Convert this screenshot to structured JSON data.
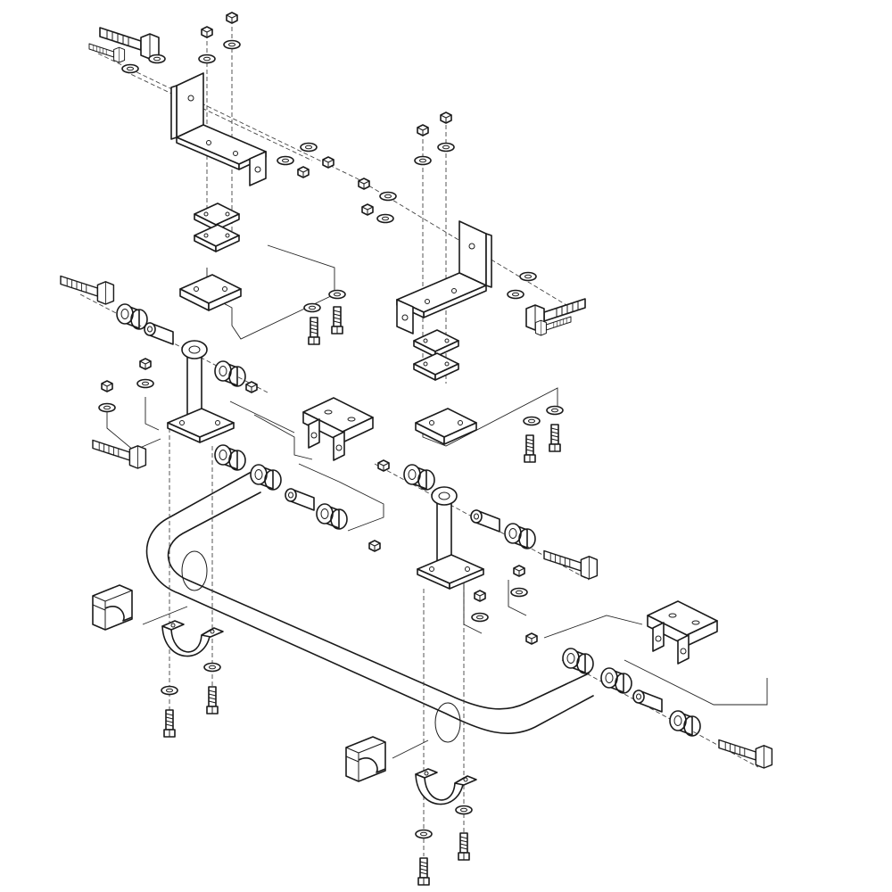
{
  "diagram": {
    "style": "exploded isometric line drawing",
    "line_color": "#1a1a1a",
    "background": "#ffffff",
    "assemblies": [
      {
        "name": "upper-left-frame-bracket",
        "parts": [
          "angle-bracket",
          "shim-plate",
          "shim-plate",
          "base-plate",
          "bolt",
          "bolt",
          "washer",
          "washer",
          "nut",
          "nut"
        ]
      },
      {
        "name": "upper-right-frame-bracket",
        "parts": [
          "angle-bracket",
          "shim-plate",
          "shim-plate",
          "base-plate",
          "bolt",
          "bolt",
          "washer",
          "washer",
          "nut",
          "nut"
        ]
      },
      {
        "name": "left-end-link",
        "parts": [
          "drop-link",
          "bushing",
          "bushing",
          "sleeve",
          "sleeve",
          "bolt",
          "nut",
          "clevis-bracket"
        ]
      },
      {
        "name": "right-end-link",
        "parts": [
          "drop-link",
          "bushing",
          "bushing",
          "sleeve",
          "sleeve",
          "bolt",
          "nut",
          "clevis-bracket"
        ]
      },
      {
        "name": "sway-bar",
        "parts": [
          "bar",
          "bar-bushing",
          "bar-bushing",
          "saddle-clamp",
          "saddle-clamp"
        ]
      }
    ]
  }
}
